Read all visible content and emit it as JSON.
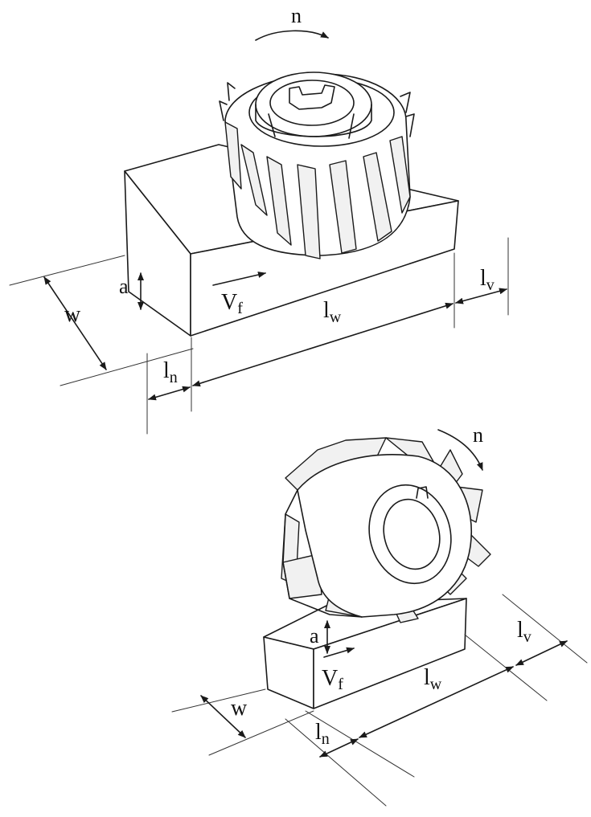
{
  "figure_top": {
    "n": "n",
    "a": "a",
    "w": "w",
    "v": "V",
    "v_sub": "f",
    "lw": "l",
    "lw_sub": "w",
    "ln": "l",
    "ln_sub": "n",
    "lv": "l",
    "lv_sub": "v"
  },
  "figure_bottom": {
    "n": "n",
    "a": "a",
    "w": "w",
    "v": "V",
    "v_sub": "f",
    "lw": "l",
    "lw_sub": "w",
    "ln": "l",
    "ln_sub": "n",
    "lv": "l",
    "lv_sub": "v"
  }
}
